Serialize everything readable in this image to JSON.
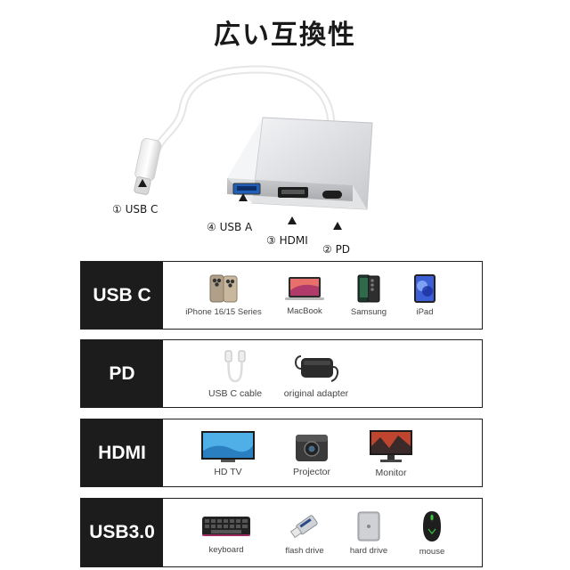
{
  "title": "広い互換性",
  "hero": {
    "callouts": {
      "usb_c": "① USB C",
      "usb_a": "④ USB A",
      "hdmi": "③ HDMI",
      "pd": "② PD"
    }
  },
  "rows": [
    {
      "label": "USB C",
      "items": [
        "iPhone 16/15 Series",
        "MacBook",
        "Samsung",
        "iPad"
      ]
    },
    {
      "label": "PD",
      "items": [
        "USB C cable",
        "original adapter"
      ]
    },
    {
      "label": "HDMI",
      "items": [
        "HD TV",
        "Projector",
        "Monitor"
      ]
    },
    {
      "label": "USB3.0",
      "items": [
        "keyboard",
        "flash drive",
        "hard drive",
        "mouse"
      ]
    }
  ]
}
